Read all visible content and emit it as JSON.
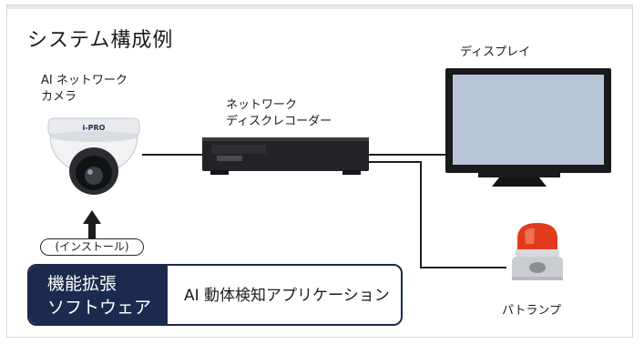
{
  "title": "システム構成例",
  "camera": {
    "label_line1": "AI ネットワーク",
    "label_line2": "カメラ",
    "brand": "i-PRO"
  },
  "recorder": {
    "label_line1": "ネットワーク",
    "label_line2": "ディスクレコーダー"
  },
  "display": {
    "label": "ディスプレイ"
  },
  "lamp": {
    "label": "パトランプ"
  },
  "install": {
    "label": "(インストール)"
  },
  "software": {
    "category_line1": "機能拡張",
    "category_line2": "ソフトウェア",
    "name": "AI 動体検知アプリケーション"
  },
  "colors": {
    "accent_navy": "#1b2a4d",
    "lamp_red": "#e23a1c",
    "line": "#1c1c1c"
  }
}
